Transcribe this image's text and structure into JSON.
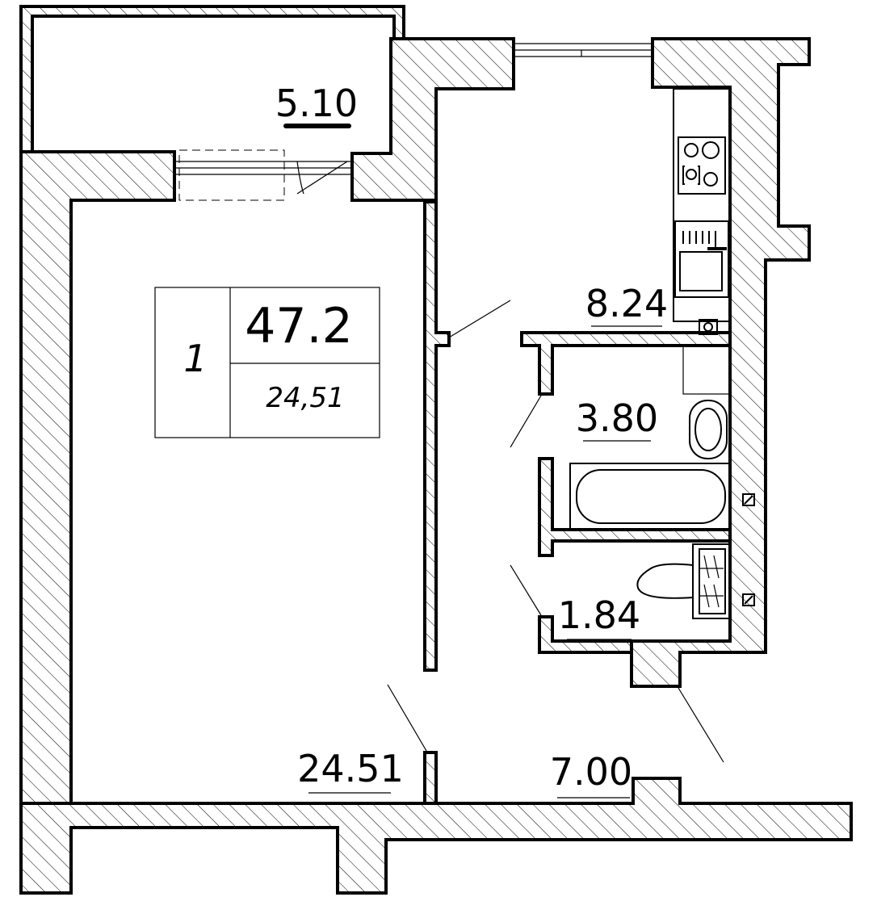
{
  "rooms": {
    "balcony": "5.10",
    "living_room": "24.51",
    "kitchen": "8.24",
    "bathroom": "3.80",
    "toilet": "1.84",
    "hallway": "7.00"
  },
  "info_block": {
    "rooms_count": "1",
    "total_area": "47.2",
    "living_area": "24,51"
  }
}
